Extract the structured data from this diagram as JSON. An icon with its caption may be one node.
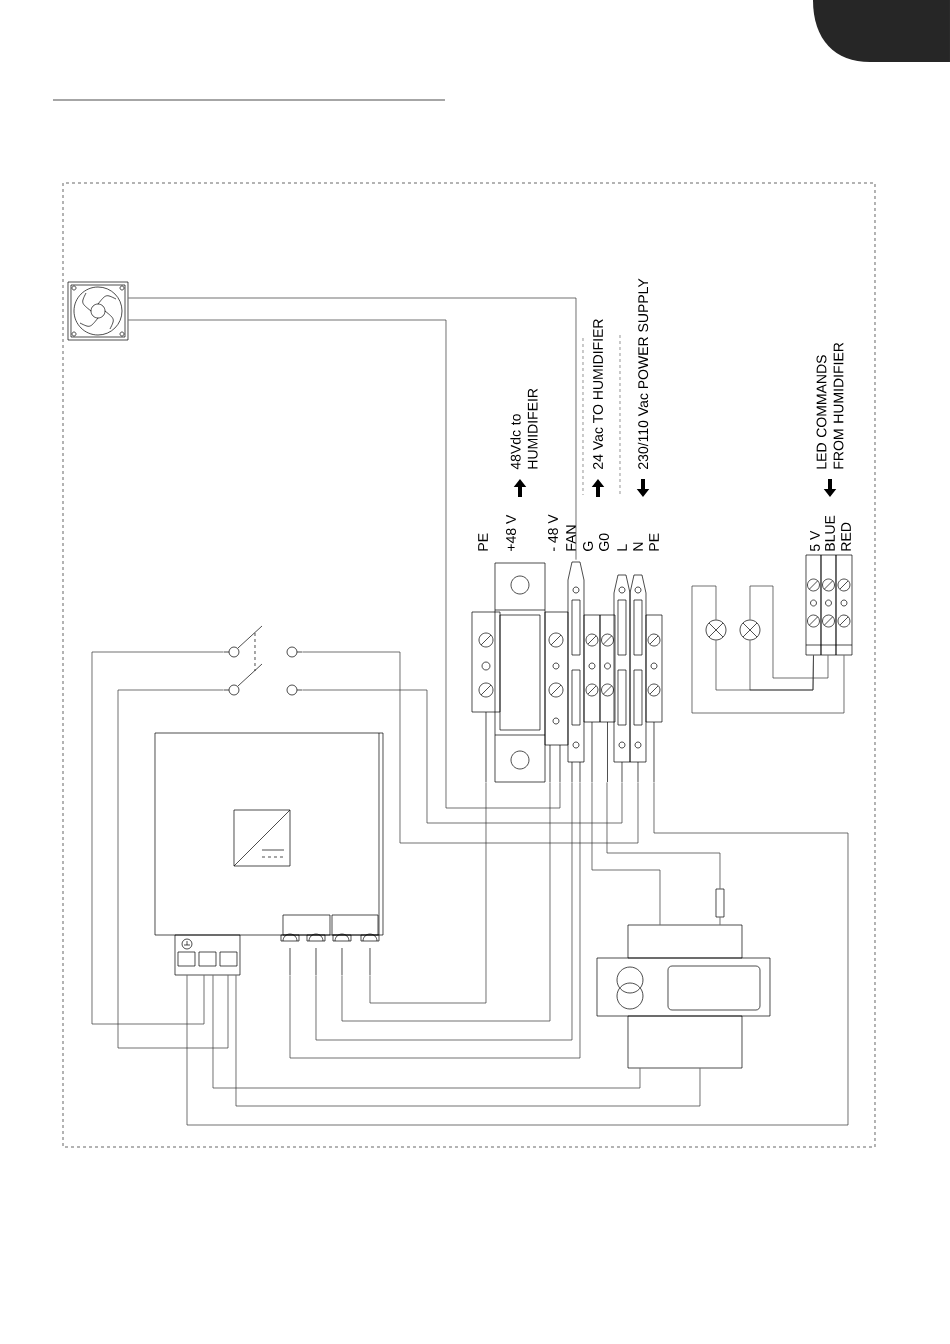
{
  "diagram": {
    "nodes": [
      {
        "text": [],
        "shape": "picture"
      },
      {
        "text": [],
        "shape": "box",
        "beside": [
          "PE",
          "+48 V",
          "- 48 V",
          "FAN",
          "G",
          "G0",
          "L",
          "N",
          "PE"
        ]
      },
      {
        "text": [],
        "shape": "box",
        "beside": [
          "5 V",
          "BLUE",
          "RED"
        ]
      },
      {
        "text": [],
        "shape": "circle"
      },
      {
        "text": [],
        "shape": "circle"
      },
      {
        "text": [],
        "shape": "switch"
      },
      {
        "text": [],
        "shape": "box"
      },
      {
        "text": [],
        "shape": "box"
      },
      {
        "text": [],
        "shape": "box"
      }
    ],
    "edges": [
      {
        "from": 0,
        "to": 1,
        "arrow": "none"
      },
      {
        "from": 0,
        "to": 1,
        "arrow": "none"
      },
      {
        "from": 5,
        "to": 1,
        "arrow": "none"
      },
      {
        "from": 5,
        "to": 1,
        "arrow": "none"
      },
      {
        "from": 5,
        "to": 6,
        "arrow": "none"
      },
      {
        "from": 5,
        "to": 6,
        "arrow": "none"
      },
      {
        "from": 6,
        "to": 1,
        "arrow": "none"
      },
      {
        "from": 6,
        "to": 1,
        "arrow": "none"
      },
      {
        "from": 6,
        "to": 1,
        "arrow": "none"
      },
      {
        "from": 6,
        "to": 1,
        "arrow": "none"
      },
      {
        "from": 1,
        "to": 8,
        "arrow": "none"
      },
      {
        "from": 1,
        "to": 7,
        "arrow": "none"
      },
      {
        "from": 7,
        "to": 8,
        "arrow": "none"
      },
      {
        "from": 8,
        "to": 6,
        "arrow": "none"
      },
      {
        "from": 8,
        "to": 6,
        "arrow": "none"
      },
      {
        "from": 1,
        "to": 6,
        "arrow": "none"
      },
      {
        "from": 3,
        "to": 2,
        "arrow": "none"
      },
      {
        "from": 4,
        "to": 2,
        "arrow": "none"
      },
      {
        "from": 3,
        "to": 2,
        "arrow": "none"
      },
      {
        "from": 4,
        "to": 2,
        "arrow": "none"
      }
    ],
    "labels": [
      "48Vdc to HUMIDIFEIR",
      "24 Vac TO HUMIDIFIER",
      "230/110 Vac POWER SUPPLY",
      "LED COMMANDS FROM HUMIDIFIER"
    ]
  }
}
